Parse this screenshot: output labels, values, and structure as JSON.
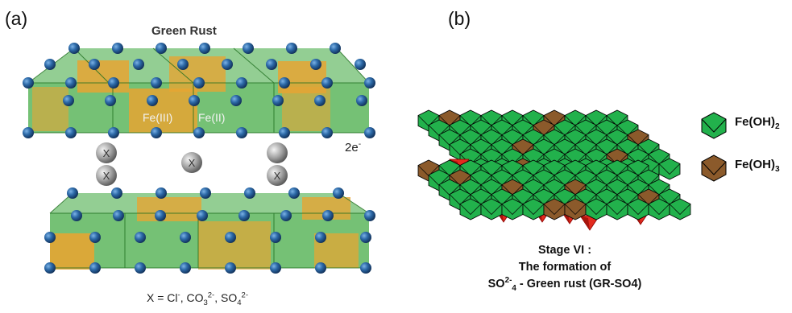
{
  "panel_a": {
    "panel_label": "(a)",
    "title": "Green Rust",
    "fe3_label": "Fe(III)",
    "fe2_label": "Fe(II)",
    "interlayer_anion": "X",
    "electrons": {
      "base": "2e",
      "sup": "-"
    },
    "formula": {
      "prefix": "X = Cl",
      "cl_sup": "-",
      "sep1": ", CO",
      "co_sub": "3",
      "co_sup": "2-",
      "sep2": ", SO",
      "so_sub": "4",
      "so_sup": "2-"
    }
  },
  "panel_b": {
    "panel_label": "(b)",
    "legend": {
      "fe2": {
        "base": "Fe(OH)",
        "sub": "2"
      },
      "fe3": {
        "base": "Fe(OH)",
        "sub": "3"
      }
    },
    "caption": {
      "line1": "Stage VI :",
      "line2": "The formation of",
      "line3": {
        "base": "SO",
        "sub": "4",
        "sup": "2-",
        "rest": " - Green rust (GR-SO4)"
      }
    }
  },
  "colors": {
    "octahedron_green": "#3aa63a",
    "octahedron_orange": "#e6a533",
    "atom_blue": "#1f4f8c",
    "anion_grey": "#a3a3a3",
    "fe_oh2": "#22b14c",
    "fe_oh3": "#8b5a2b",
    "sulfate_red": "#e32b1f"
  }
}
